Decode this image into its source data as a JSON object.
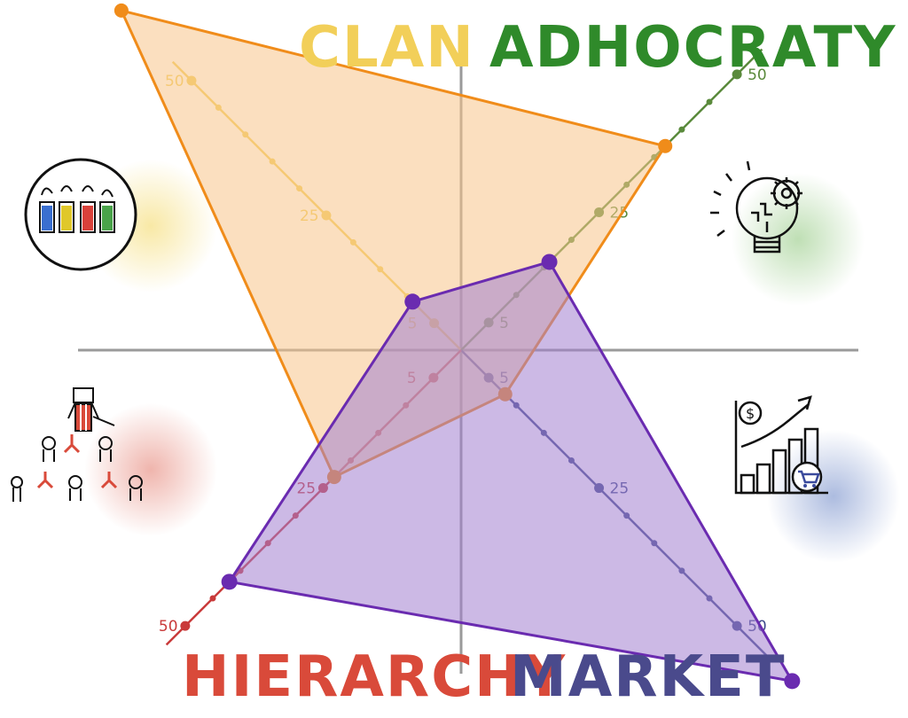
{
  "chart_data": {
    "type": "radar",
    "axes": [
      {
        "name": "Clan",
        "ticks": [
          "5",
          "25",
          "50"
        ],
        "color": "#f2cf59"
      },
      {
        "name": "Adhocraty",
        "ticks": [
          "5",
          "25",
          "50"
        ],
        "color": "#5a8a3c"
      },
      {
        "name": "Market",
        "ticks": [
          "5",
          "25",
          "50"
        ],
        "color": "#3e4a8c"
      },
      {
        "name": "Hierarchy",
        "ticks": [
          "5",
          "25",
          "50"
        ],
        "color": "#c93a3a"
      }
    ],
    "range": [
      0,
      50
    ],
    "series": [
      {
        "color": "#f08c1a",
        "fill": "#f7c48b",
        "values": {
          "Clan": 63,
          "Adhocraty": 37,
          "Market": 8,
          "Hierarchy": 23
        }
      },
      {
        "color": "#6a2bb0",
        "fill": "#a37fd0",
        "values": {
          "Clan": 9,
          "Adhocraty": 16,
          "Market": 60,
          "Hierarchy": 42
        }
      }
    ]
  },
  "labels": {
    "clan": "CLAN",
    "adhocraty": "ADHOCRATY",
    "hierarchy": "HIERARCHY",
    "market": "MARKET"
  },
  "colors": {
    "clan": "#f2cf59",
    "adhocraty": "#2f8a2a",
    "hierarchy": "#d94a3a",
    "market": "#4a4a8c",
    "axis": "#9a9a9a"
  },
  "icons": [
    "team-people-icon",
    "lightbulb-gear-icon",
    "org-hierarchy-icon",
    "growth-chart-icon"
  ]
}
